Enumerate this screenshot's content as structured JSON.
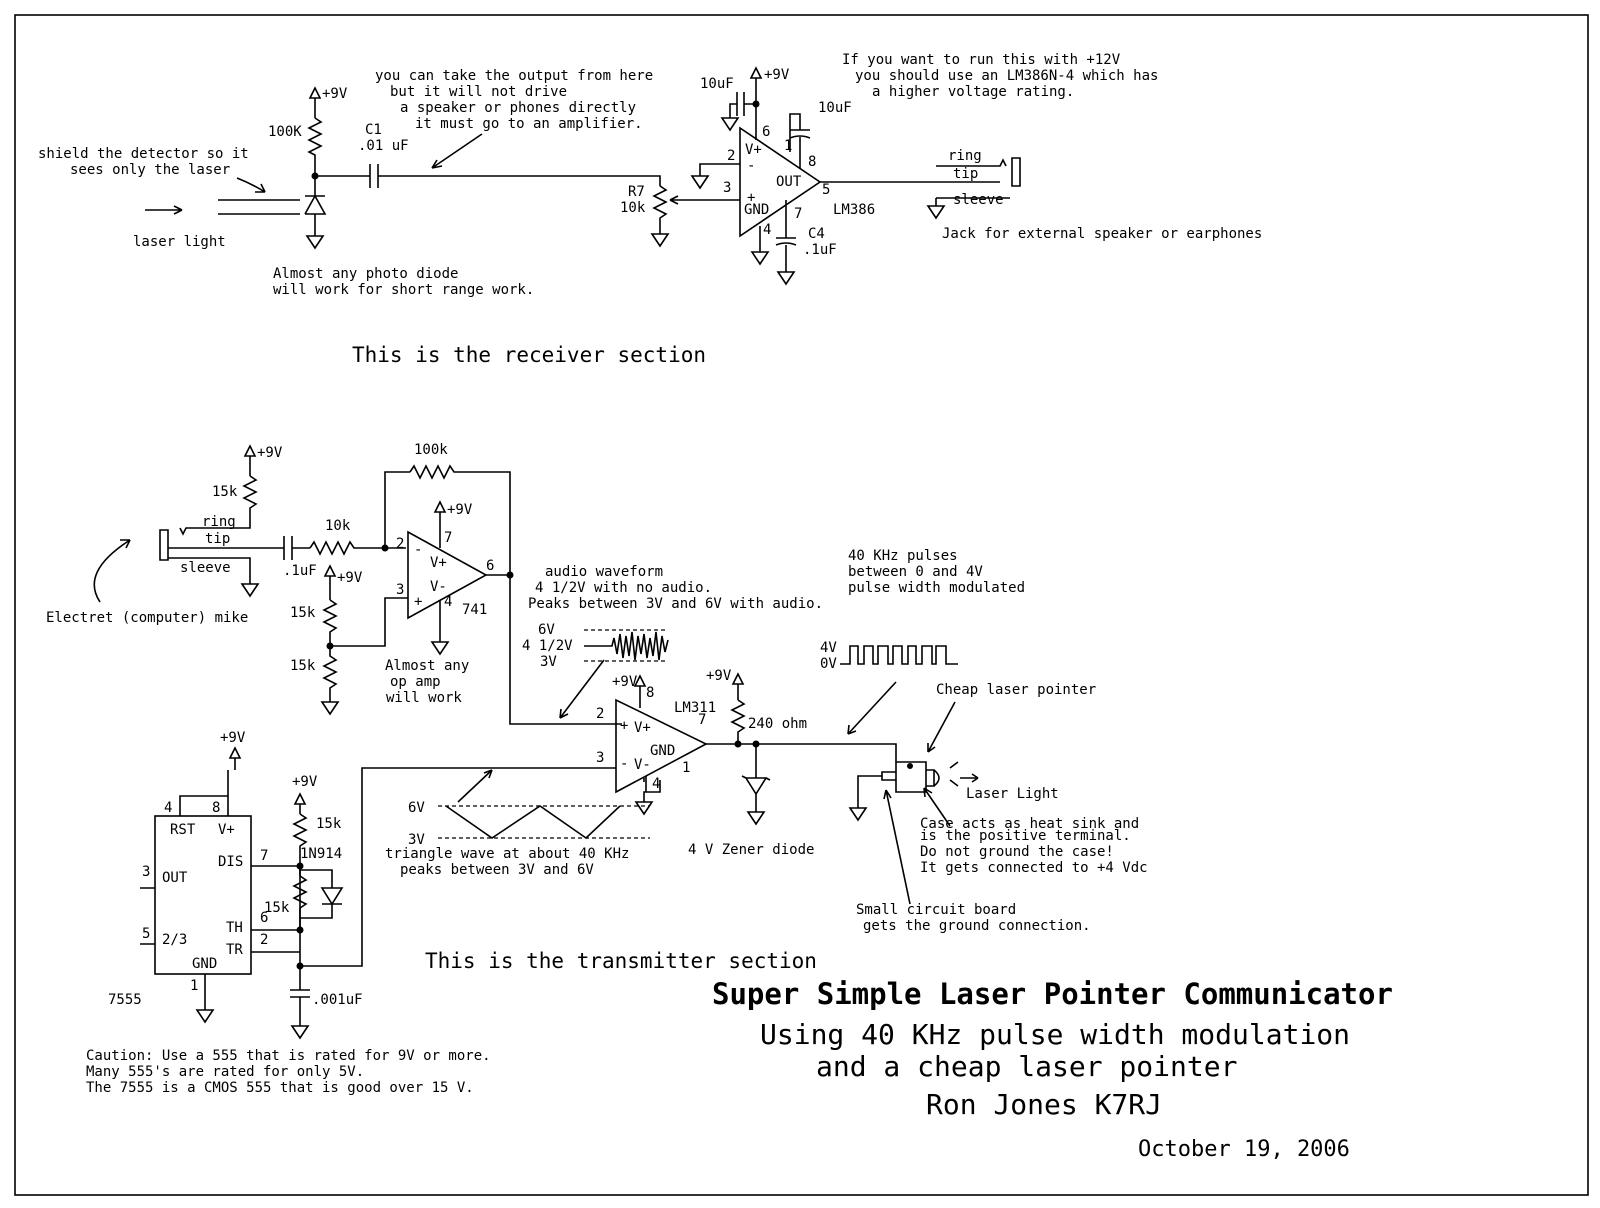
{
  "receiver": {
    "note_output": [
      "you can take the output from here",
      "but it will not drive",
      "a speaker or phones directly",
      "it must go to an amplifier."
    ],
    "note_12v": [
      "If you want to run this with +12V",
      "you should use an LM386N-4 which has",
      "a higher voltage rating."
    ],
    "note_shield": [
      "shield the detector so it",
      "sees only the laser"
    ],
    "laser_light": "laser light",
    "note_photodiode": [
      "Almost any photo diode",
      "will work for short range work."
    ],
    "plus9v": "+9V",
    "r100k": "100K",
    "c1_name": "C1",
    "c1_value": ".01 uF",
    "r7_name": "R7",
    "r7_value": "10k",
    "cap_10uf_a": "10uF",
    "cap_10uf_b": "10uF",
    "c4_name": "C4",
    "c4_value": ".1uF",
    "ic_name": "LM386",
    "pin_vplus": "V+",
    "pin_out": "OUT",
    "pin_gnd": "GND",
    "pin2": "2",
    "pin3": "3",
    "pin4": "4",
    "pin5": "5",
    "pin6": "6",
    "pin7": "7",
    "pin8": "8",
    "pin1": "1",
    "minus": "-",
    "plus": "+",
    "jack_ring": "ring",
    "jack_tip": "tip",
    "jack_sleeve": "sleeve",
    "jack_note": "Jack for external speaker or earphones",
    "section": "This is the receiver section"
  },
  "transmitter": {
    "plus9v": "+9V",
    "r15k_mic": "15k",
    "r100k_fb": "100k",
    "r10k_in": "10k",
    "c_in": ".1uF",
    "r15k_div_top": "15k",
    "r15k_div_bot": "15k",
    "jack_ring": "ring",
    "jack_tip": "tip",
    "jack_sleeve": "sleeve",
    "mike": "Electret (computer) mike",
    "opamp_name": "741",
    "opamp_vplus": "V+",
    "opamp_vminus": "V-",
    "opamp_pin2": "2",
    "opamp_pin3": "3",
    "opamp_pin4": "4",
    "opamp_pin6": "6",
    "opamp_pin7": "7",
    "opamp_note": [
      "Almost any",
      "op amp",
      "will work"
    ],
    "audio_note": [
      "audio waveform",
      "4 1/2V with no audio.",
      "Peaks between 3V and 6V with audio."
    ],
    "wave_6v": "6V",
    "wave_45v": "4 1/2V",
    "wave_3v": "3V",
    "pulse_note": [
      "40 KHz pulses",
      "between 0 and 4V",
      "pulse width modulated"
    ],
    "pulse_4v": "4V",
    "pulse_0v": "0V",
    "comp_name": "LM311",
    "comp_vplus": "V+",
    "comp_vminus": "V-",
    "comp_gnd": "GND",
    "comp_pin2": "2",
    "comp_pin3": "3",
    "comp_pin4": "4",
    "comp_pin7": "7",
    "comp_pin8": "8",
    "comp_pin1": "1",
    "r240": "240 ohm",
    "zener": "4 V Zener diode",
    "pointer_label": "Cheap laser pointer",
    "laser_light": "Laser Light",
    "case_note": [
      "Case acts as heat sink and",
      "is the positive terminal.",
      "Do not ground the case!",
      "It gets connected to +4 Vdc"
    ],
    "board_note": [
      "Small circuit board",
      "gets the ground connection."
    ],
    "tri_6v": "6V",
    "tri_3v": "3V",
    "tri_note": [
      "triangle wave at about 40 KHz",
      "peaks between 3V and 6V"
    ],
    "timer_name": "7555",
    "timer_rst": "RST",
    "timer_vplus": "V+",
    "timer_dis": "DIS",
    "timer_out": "OUT",
    "timer_23": "2/3",
    "timer_th": "TH",
    "timer_tr": "TR",
    "timer_gnd": "GND",
    "timer_pin4": "4",
    "timer_pin8": "8",
    "timer_pin7": "7",
    "timer_pin3": "3",
    "timer_pin5": "5",
    "timer_pin6": "6",
    "timer_pin2": "2",
    "timer_pin1": "1",
    "r15k_t1": "15k",
    "d_1n914": "1N914",
    "r15k_t2": "15k",
    "c_001": ".001uF",
    "caution": [
      "Caution: Use a 555 that is rated for 9V or more.",
      "Many 555's are rated for only 5V.",
      "The 7555 is a CMOS 555 that is good over 15 V."
    ],
    "section": "This is the transmitter section"
  },
  "title": {
    "main": "Super Simple Laser Pointer Communicator",
    "line2": "Using 40 KHz pulse width modulation",
    "line3": "and a cheap laser pointer",
    "author": "Ron Jones K7RJ",
    "date": "October 19, 2006"
  }
}
